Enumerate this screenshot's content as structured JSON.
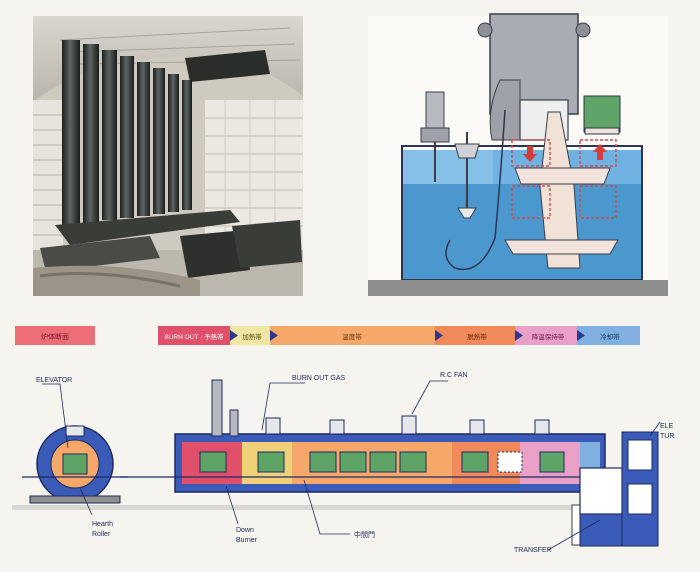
{
  "legend": {
    "label_0": "炉体断面",
    "label_1": "BURN OUT · 予熱帯",
    "label_2": "加熱帯",
    "label_3": "温度帯",
    "label_4": "脱熱帯",
    "label_5": "降温保持帯",
    "label_6": "冷却帯"
  },
  "callouts": {
    "elevator": "ELEVATOR",
    "burn_out_gas": "BURN OUT GAS",
    "rc_fan": "R.C FAN",
    "elevator_right_1": "ELE",
    "elevator_right_2": "TUR",
    "hearth_1": "Hearth",
    "hearth_2": "Roller",
    "down_1": "Down",
    "down_2": "Burner",
    "middle_door": "中間門",
    "transfer": "TRANSFER"
  },
  "colors": {
    "furnace_blue": "#3b5bb8",
    "tank_blue": "#4b98cf",
    "burnout_red": "#e0506a",
    "heat_orange": "#f5a86a",
    "cool_pink": "#e9a0c6",
    "chamber_green": "#5ea466",
    "legend_blue": "#7fb0e0",
    "legend_red": "#ec6f78"
  }
}
